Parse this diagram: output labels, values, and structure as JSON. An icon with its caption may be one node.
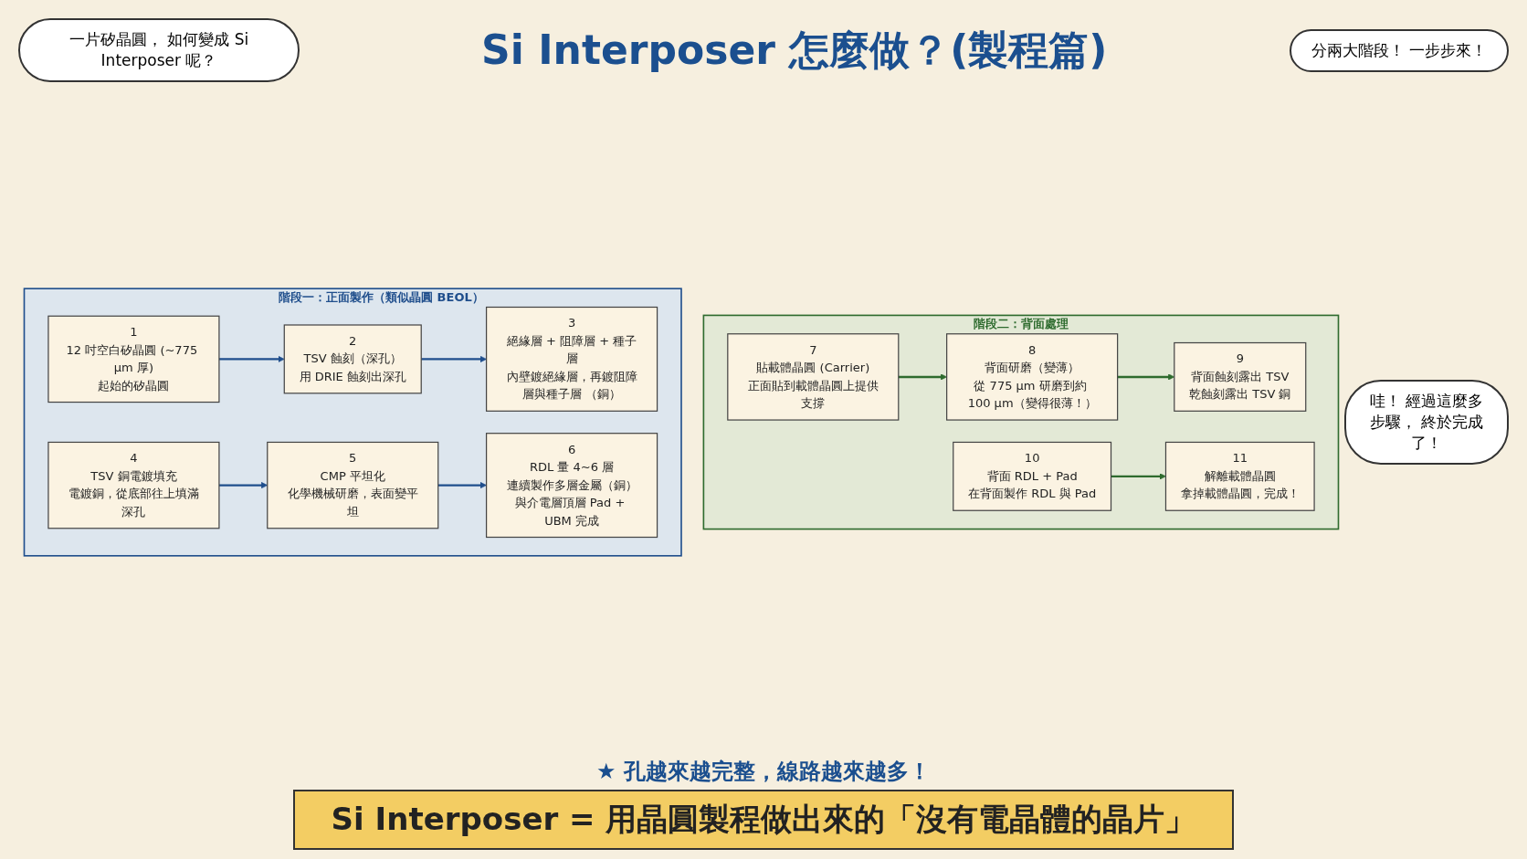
{
  "diagram": {
    "title": "Si Interposer 怎麼做？(製程篇)",
    "nodes": [
      {
        "text": [
          "階段一：正面製作（類似晶圓 BEOL）"
        ]
      },
      {
        "text": [
          "1",
          "12 吋空白矽晶圓 (~775 μm 厚)",
          "起始的矽晶圓"
        ],
        "in": 0
      },
      {
        "text": [
          "2",
          "TSV 蝕刻（深孔）",
          "用 DRIE 蝕刻出深孔"
        ],
        "in": 0
      },
      {
        "text": [
          "3",
          "絕緣層 + 阻障層 + 種子層",
          "內壁鍍絕緣層，再鍍阻障層與種子層 （銅）"
        ],
        "in": 0
      },
      {
        "text": [
          "4",
          "TSV 銅電鍍填充",
          "電鍍銅，從底部往上填滿深孔"
        ],
        "in": 0
      },
      {
        "text": [
          "5",
          "CMP 平坦化",
          "化學機械研磨，表面變平坦"
        ],
        "in": 0
      },
      {
        "text": [
          "6",
          "RDL 量 4~6 層",
          "連續製作多層金屬（銅）與介電層頂層 Pad + UBM 完成"
        ],
        "in": 0
      },
      {
        "text": [
          "階段二：背面處理"
        ]
      },
      {
        "text": [
          "7",
          "貼載體晶圓 (Carrier)",
          "正面貼到載體晶圓上提供支撐"
        ],
        "in": 7
      },
      {
        "text": [
          "8",
          "背面研磨（變薄）",
          "從 775 μm 研磨到約 100 μm（變得很薄！）"
        ],
        "in": 7
      },
      {
        "text": [
          "9",
          "背面蝕刻露出 TSV",
          "乾蝕刻露出 TSV 銅"
        ],
        "in": 7
      },
      {
        "text": [
          "10",
          "背面 RDL + Pad",
          "在背面製作 RDL 與 Pad"
        ],
        "in": 7
      },
      {
        "text": [
          "11",
          "解離載體晶圓",
          "拿掉載體晶圓，完成！"
        ],
        "in": 7
      }
    ],
    "edges": [
      {
        "from": 1,
        "to": 2,
        "arrow": "to"
      },
      {
        "from": 2,
        "to": 3,
        "arrow": "to"
      },
      {
        "from": 4,
        "to": 5,
        "arrow": "to"
      },
      {
        "from": 5,
        "to": 6,
        "arrow": "to"
      },
      {
        "from": 8,
        "to": 9,
        "arrow": "to",
        "color": "#2e6b2e"
      },
      {
        "from": 9,
        "to": 10,
        "arrow": "to",
        "color": "#2e6b2e"
      },
      {
        "from": 11,
        "to": 12,
        "arrow": "to",
        "color": "#2e6b2e"
      }
    ],
    "labels": [
      "一片矽晶圓， 如何變成 Si Interposer 呢？",
      "分兩大階段！ 一步步來！",
      "★ 孔越來越完整，線路越來越多！",
      "哇！ 經過這麼多步驟， 終於完成了！",
      "Si Interposer = 用晶圓製程做出來的「沒有電晶體的晶片」"
    ]
  }
}
